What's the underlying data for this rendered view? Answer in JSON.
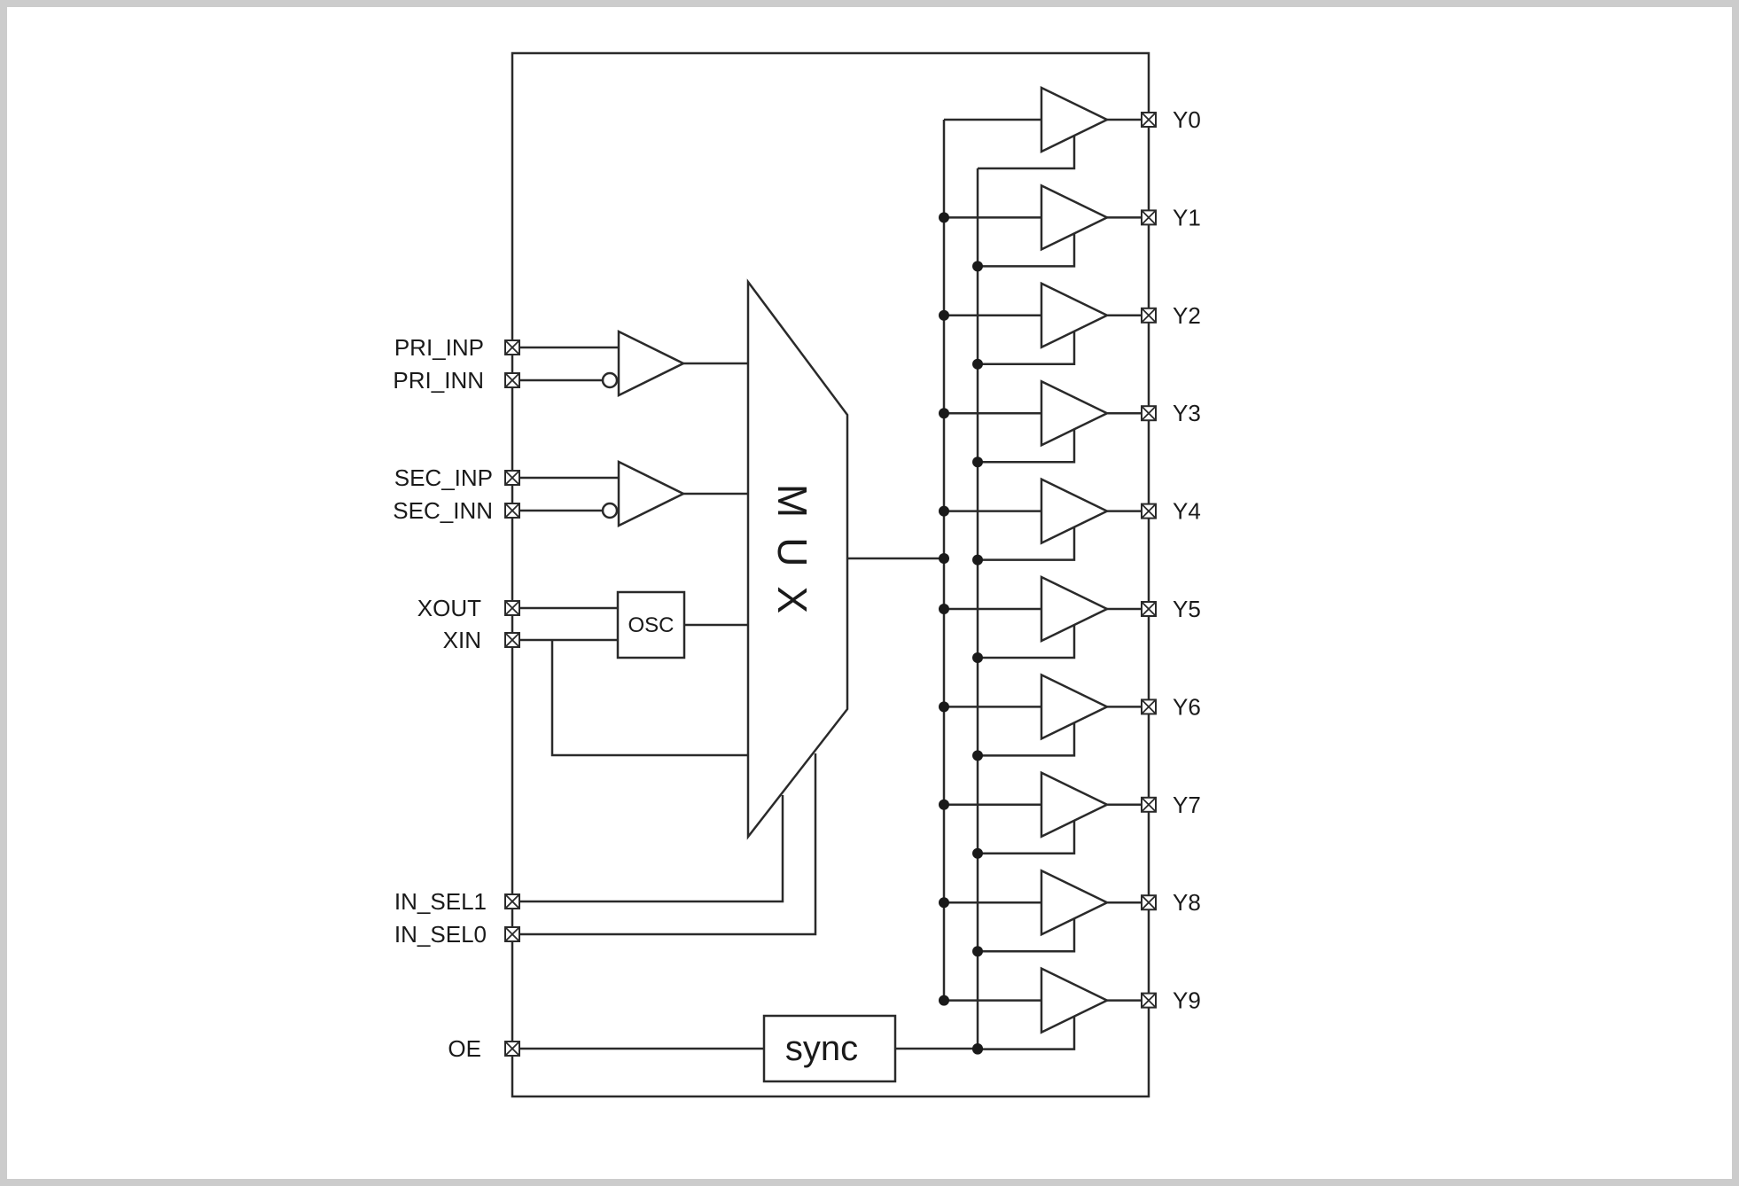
{
  "inputs": {
    "pri_inp": "PRI_INP",
    "pri_inn": "PRI_INN",
    "sec_inp": "SEC_INP",
    "sec_inn": "SEC_INN",
    "xout": "XOUT",
    "xin": "XIN",
    "in_sel1": "IN_SEL1",
    "in_sel0": "IN_SEL0",
    "oe": "OE"
  },
  "blocks": {
    "osc": "OSC",
    "sync": "sync",
    "mux": "MUX"
  },
  "outputs": [
    "Y0",
    "Y1",
    "Y2",
    "Y3",
    "Y4",
    "Y5",
    "Y6",
    "Y7",
    "Y8",
    "Y9"
  ]
}
